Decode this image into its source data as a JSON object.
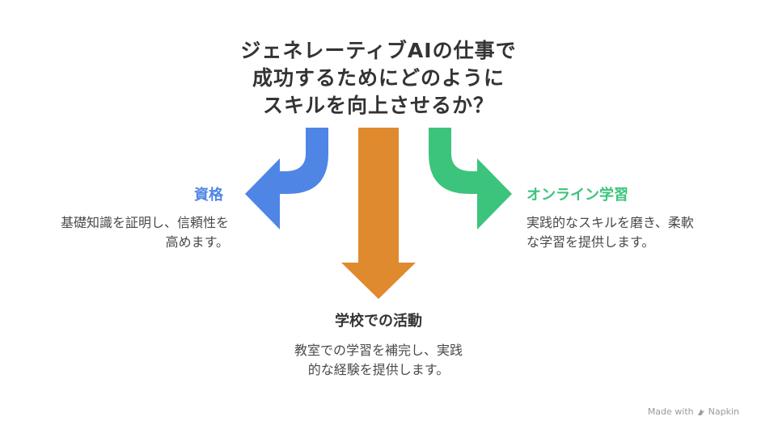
{
  "title": {
    "line1": "ジェネレーティブAIの仕事で",
    "line2": "成功するためにどのように",
    "line3": "スキルを向上させるか？"
  },
  "branches": {
    "left": {
      "label": "資格",
      "desc_line1": "基礎知識を証明し、信頼性を",
      "desc_line2": "高めます。",
      "color": "#4f86e6"
    },
    "center": {
      "label": "学校での活動",
      "desc_line1": "教室での学習を補完し、実践",
      "desc_line2": "的な経験を提供します。",
      "color": "#e08a30"
    },
    "right": {
      "label": "オンライン学習",
      "desc_line1": "実践的なスキルを磨き、柔軟",
      "desc_line2": "な学習を提供します。",
      "color": "#3cc47c"
    }
  },
  "footer": {
    "made_with": "Made with",
    "brand": "Napkin",
    "icon": "napkin-logo-icon"
  }
}
